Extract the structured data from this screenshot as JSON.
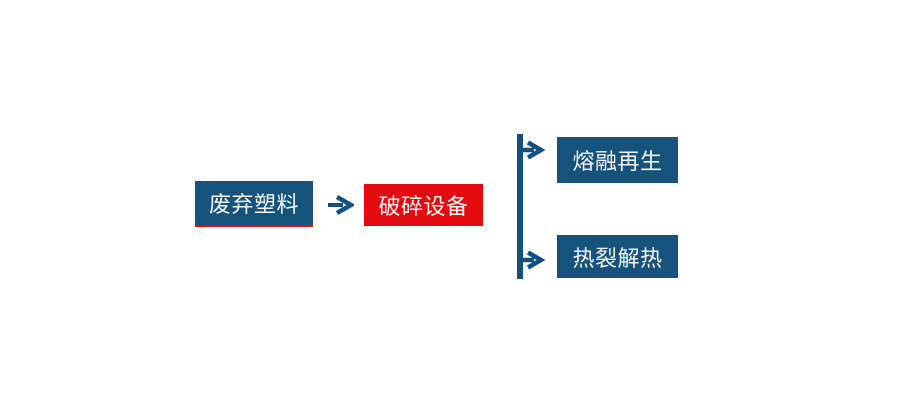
{
  "colors": {
    "primary_blue": "#15527C",
    "accent_red": "#E30B10",
    "connector_blue": "#14507F",
    "node_text": "#F5F5F5",
    "background": "#FFFFFF"
  },
  "flowchart": {
    "nodes": {
      "waste_plastic": {
        "label": "废弃塑料",
        "style": "blue",
        "underline": "red"
      },
      "crushing_equipment": {
        "label": "破碎设备",
        "style": "red"
      },
      "melt_regeneration": {
        "label": "熔融再生",
        "style": "blue"
      },
      "pyrolysis": {
        "label": "热裂解热",
        "style": "blue"
      }
    },
    "edges": [
      {
        "from": "waste_plastic",
        "to": "crushing_equipment",
        "type": "arrow-right"
      },
      {
        "from": "crushing_equipment",
        "to": "melt_regeneration",
        "type": "branch-arrow"
      },
      {
        "from": "crushing_equipment",
        "to": "pyrolysis",
        "type": "branch-arrow"
      }
    ]
  }
}
